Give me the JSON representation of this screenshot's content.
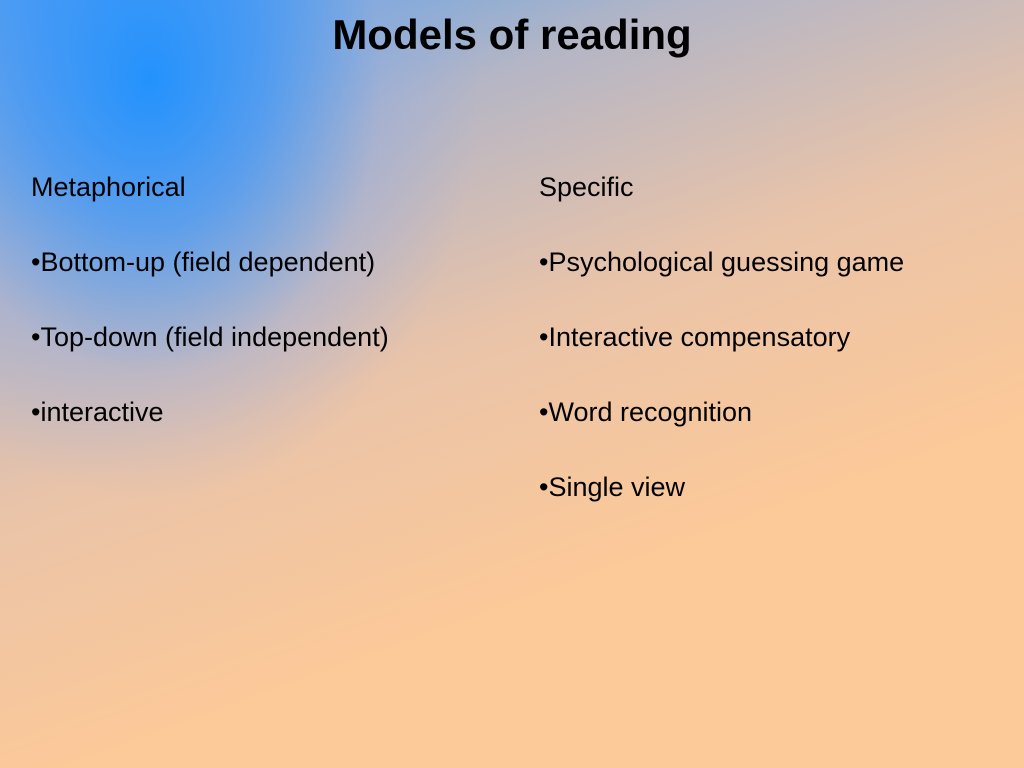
{
  "slide": {
    "title": "Models of reading",
    "columns": [
      {
        "heading": "Metaphorical",
        "items": [
          "•Bottom-up (field dependent)",
          "•Top-down (field independent)",
          "•interactive"
        ]
      },
      {
        "heading": "Specific",
        "items": [
          "•Psychological guessing game",
          "•Interactive compensatory",
          "•Word recognition",
          "•Single view"
        ]
      }
    ]
  },
  "colors": {
    "background_warm": "#fcc998",
    "background_blue": "#1e91ff",
    "text": "#000000"
  }
}
